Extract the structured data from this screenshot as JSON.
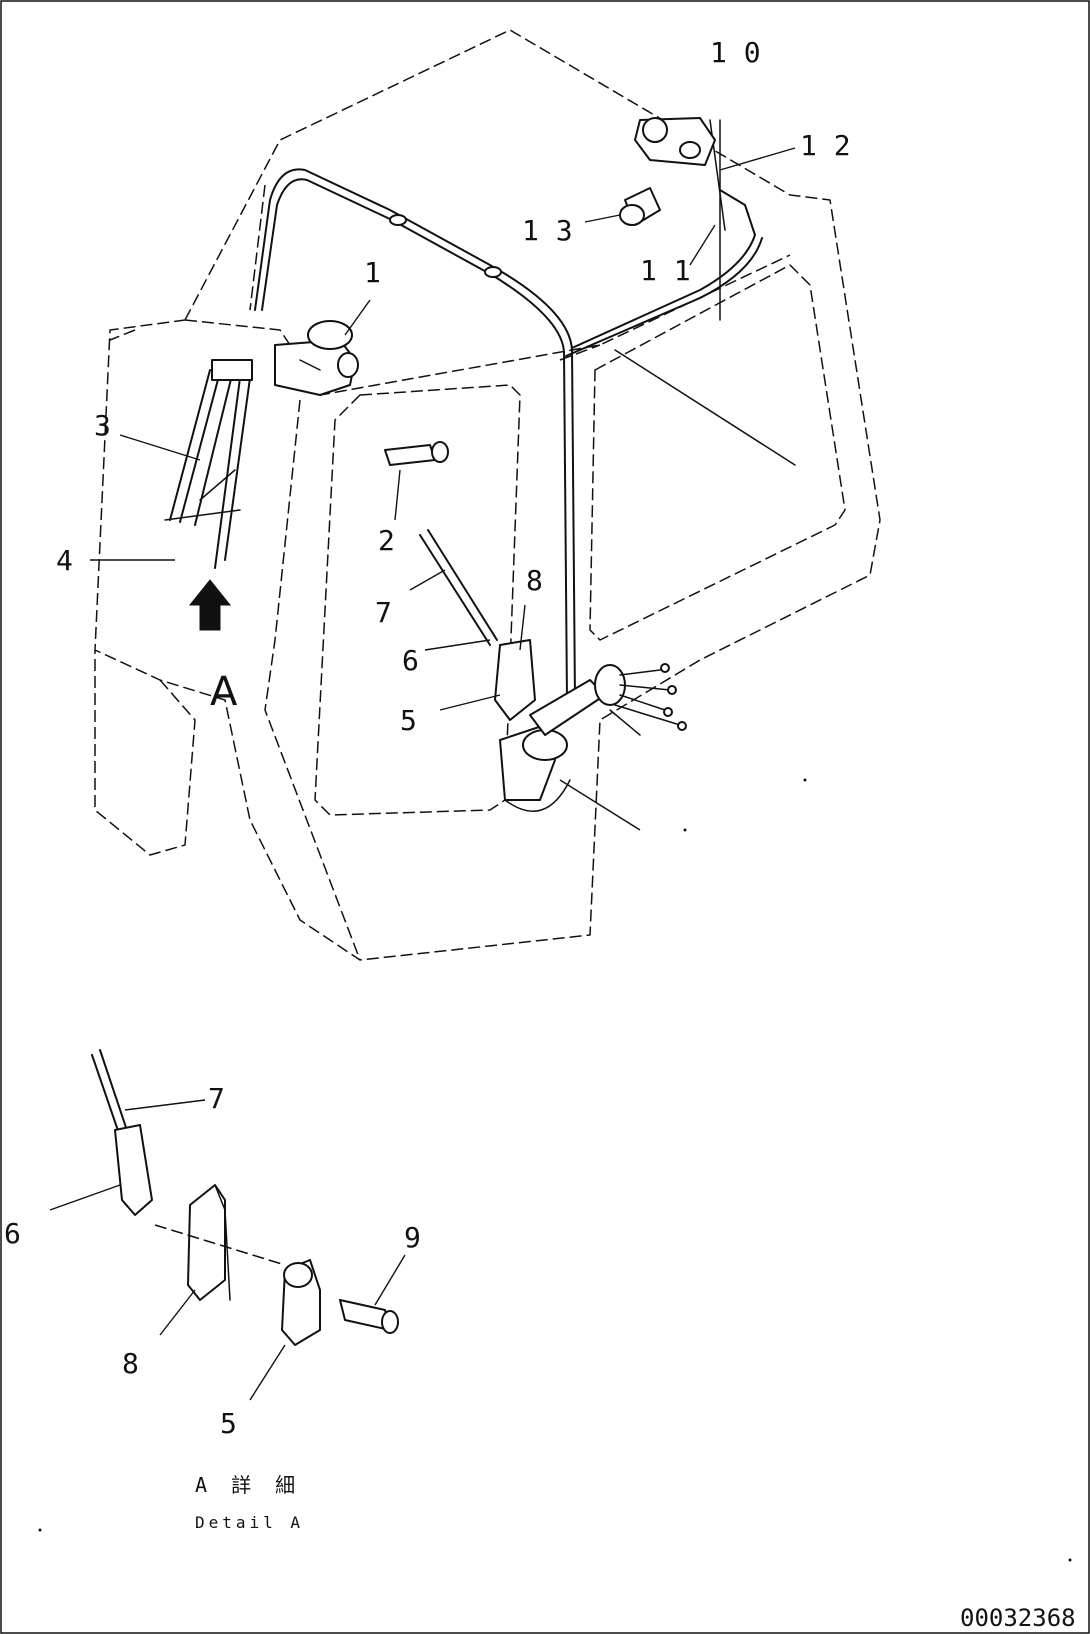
{
  "callouts": {
    "c1": "1",
    "c2": "2",
    "c3": "3",
    "c4": "4",
    "c5": "5",
    "c6": "6",
    "c7": "7",
    "c8": "8",
    "c10": "1 0",
    "c11": "1 1",
    "c12": "1 2",
    "c13": "1 3"
  },
  "detail_callouts": {
    "d5": "5",
    "d6": "6",
    "d7": "7",
    "d8": "8",
    "d9": "9"
  },
  "detail_marker": "A",
  "detail_caption_jp": "A 詳 細",
  "detail_caption_en": "Detail A",
  "drawing_number": "00032368"
}
